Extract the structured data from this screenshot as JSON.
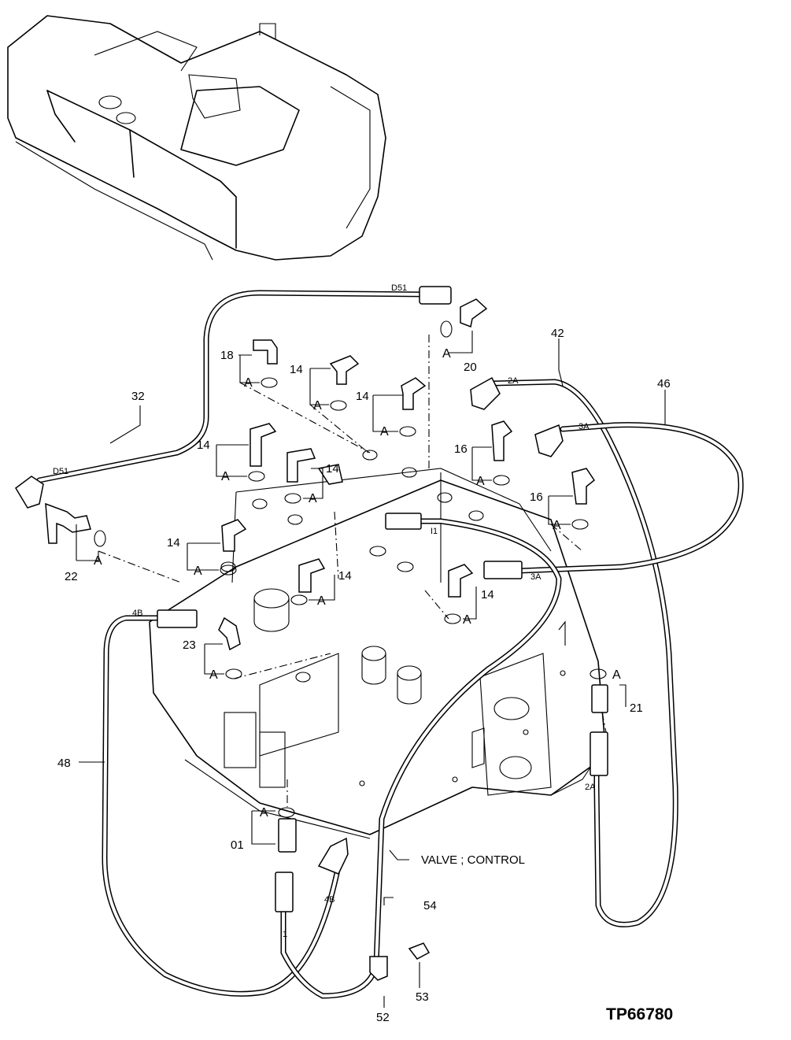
{
  "diagram": {
    "reference_code": "TP66780",
    "component_label": "VALVE ; CONTROL",
    "oring_code": "A",
    "part_numbers": {
      "p01": "01",
      "p14": "14",
      "p16": "16",
      "p18": "18",
      "p20": "20",
      "p21": "21",
      "p22": "22",
      "p23": "23",
      "p32": "32",
      "p42": "42",
      "p46": "46",
      "p48": "48",
      "p52": "52",
      "p53": "53",
      "p54": "54"
    },
    "hose_end_codes": {
      "d51": "D51",
      "i1": "I1",
      "a2": "2A",
      "a3": "3A",
      "b4": "4B"
    }
  }
}
